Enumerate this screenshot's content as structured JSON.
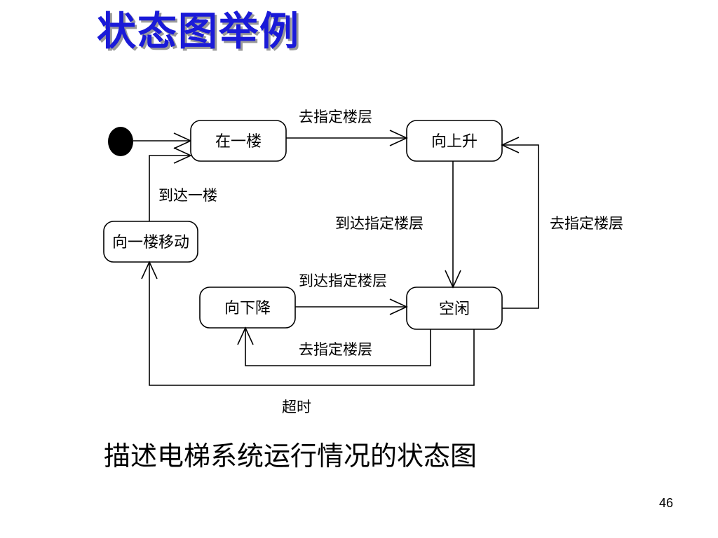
{
  "slide": {
    "title": "状态图举例",
    "caption": "描述电梯系统运行情况的状态图",
    "page_number": "46"
  },
  "diagram": {
    "states": {
      "first_floor": "在一楼",
      "moving_up": "向上升",
      "moving_to_first": "向一楼移动",
      "moving_down": "向下降",
      "idle": "空闲"
    },
    "transitions": {
      "first_to_up": "去指定楼层",
      "up_to_idle": "到达指定楼层",
      "idle_to_up": "去指定楼层",
      "down_to_idle": "到达指定楼层",
      "idle_to_down": "去指定楼层",
      "moving_first_to_first": "到达一楼",
      "idle_timeout": "超时"
    }
  }
}
